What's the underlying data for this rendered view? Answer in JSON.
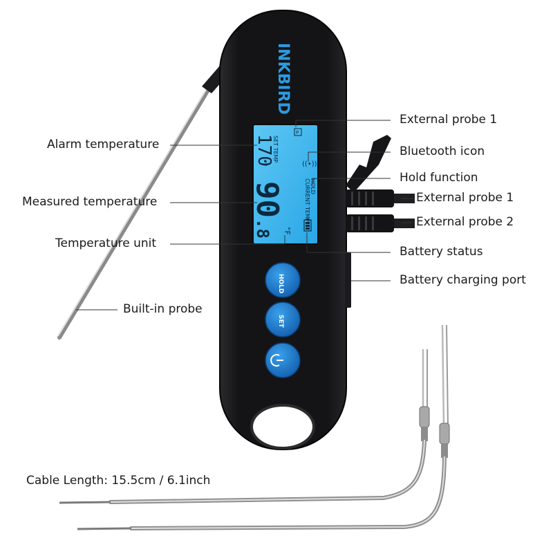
{
  "brand": "INKBIRD",
  "display": {
    "set_temp_label": "SET TEMP",
    "set_temp_value": "170",
    "set_temp_unit": "°F",
    "current_temp_label": "CURRENT TEMP",
    "hold_indicator": "HOLD",
    "current_temp_value": "90",
    "current_temp_decimal": ".8",
    "current_temp_unit": "°F",
    "probe_indicator": "P"
  },
  "buttons": {
    "hold": "HOLD",
    "set": "SET"
  },
  "callouts": {
    "alarm_temperature": "Alarm temperature",
    "measured_temperature": "Measured temperature",
    "temperature_unit": "Temperature unit",
    "built_in_probe": "Built-in probe",
    "external_probe_1_top": "External probe 1",
    "bluetooth_icon": "Bluetooth icon",
    "hold_function": "Hold function",
    "external_probe_1": "External probe 1",
    "external_probe_2": "External probe 2",
    "battery_status": "Battery status",
    "battery_charging_port": "Battery charging port"
  },
  "cable_length": "Cable Length: 15.5cm / 6.1inch",
  "colors": {
    "body": "#141416",
    "lcd": "#3fb8ef",
    "button": "#1e88d8",
    "metal": "#b7b7b7"
  }
}
